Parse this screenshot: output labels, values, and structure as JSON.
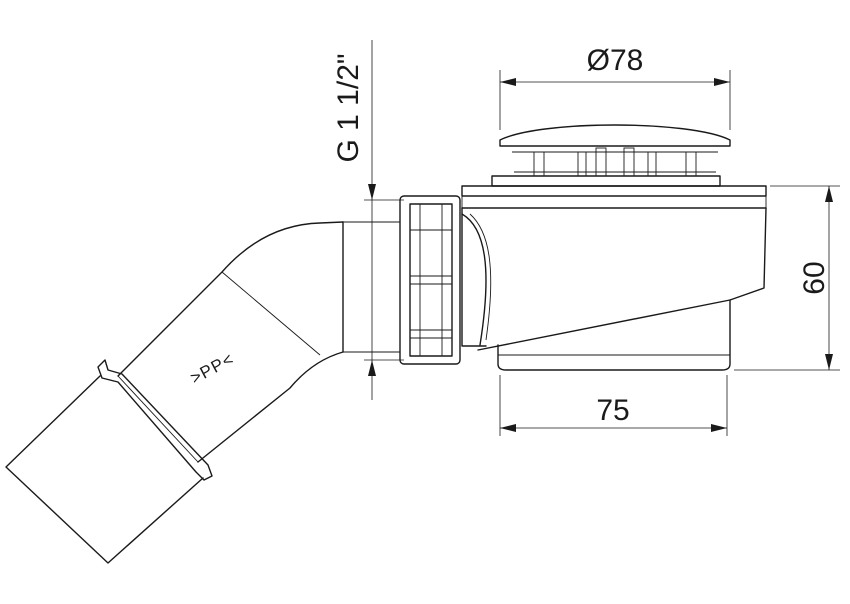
{
  "dimensions": {
    "diameter": "Ø78",
    "height": "60",
    "width": "75",
    "thread": "G 1 1/2\""
  },
  "material_mark": ">PP<"
}
